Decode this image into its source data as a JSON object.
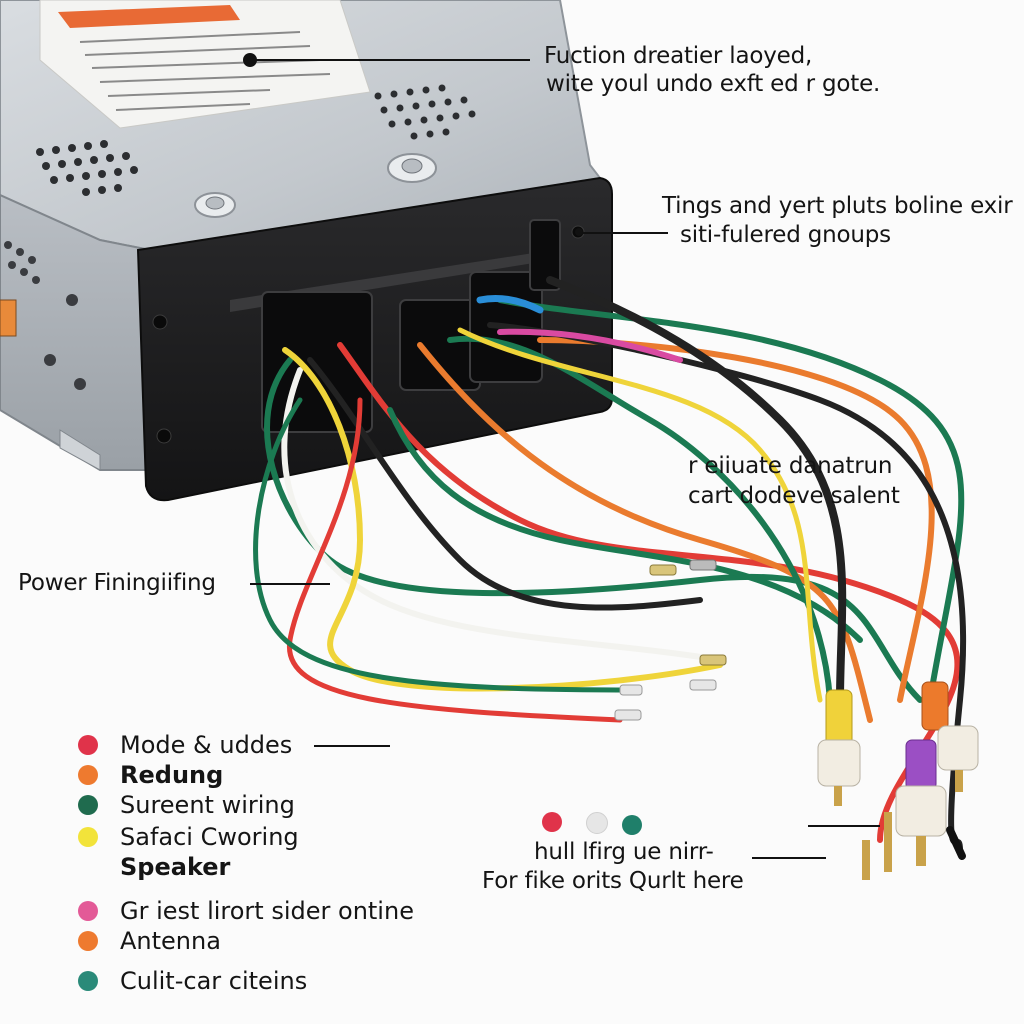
{
  "callouts": {
    "top_line1": "Fuction dreatier laoyed,",
    "top_line2": "wite youl undo exft ed r gote.",
    "right_line1": "Tings and yert pluts boline exir",
    "right_line2": "siti-fulered gnoups",
    "middle_line1": "r eiiuate danatrun",
    "middle_line2": "cart dodeve salent",
    "left_label": "Power Finingiifing",
    "bottom_line1": "hull lfirg ue nirr-",
    "bottom_line2": "For fike orits Qurlt here"
  },
  "legend": {
    "items": [
      {
        "label": "Mode & uddes",
        "color": "#e0334a"
      },
      {
        "label": "Redung",
        "color": "#ee7a2f"
      },
      {
        "label": "Sureent wiring",
        "color": "#1f6b4e"
      },
      {
        "label": "Safaci Cworing",
        "color": "#f2e33a"
      },
      {
        "label": "Speaker"
      },
      {
        "label": "Gr iest lirort sider ontine",
        "color": "#e35a97"
      },
      {
        "label": "Antenna",
        "color": "#ee7a2f"
      },
      {
        "label": "Culit-car citeins",
        "color": "#2a8a79"
      }
    ]
  },
  "bottom_dots": [
    "#e0334a",
    "#e6e6e6",
    "#1f7f6a"
  ]
}
